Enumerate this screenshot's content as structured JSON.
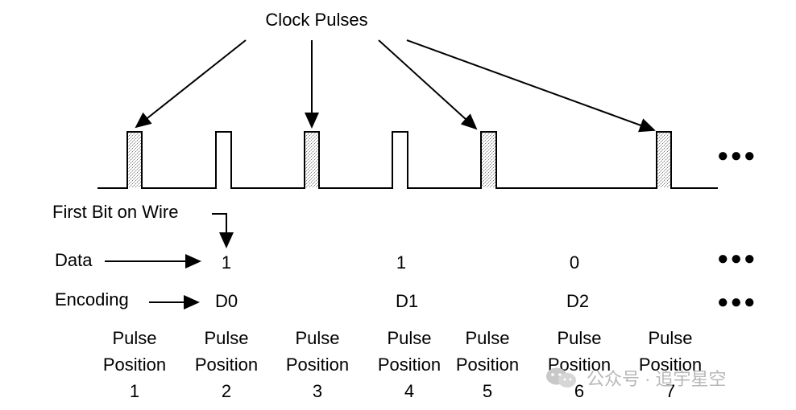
{
  "title": "Clock Pulses",
  "first_bit_label": "First Bit on Wire",
  "data_label": "Data",
  "encoding_label": "Encoding",
  "data_values": [
    "1",
    "1",
    "0"
  ],
  "encoding_values": [
    "D0",
    "D1",
    "D2"
  ],
  "ellipsis": "●●●",
  "pulse_positions": [
    {
      "line1": "Pulse",
      "line2": "Position",
      "num": "1"
    },
    {
      "line1": "Pulse",
      "line2": "Position",
      "num": "2"
    },
    {
      "line1": "Pulse",
      "line2": "Position",
      "num": "3"
    },
    {
      "line1": "Pulse",
      "line2": "Position",
      "num": "4"
    },
    {
      "line1": "Pulse",
      "line2": "Position",
      "num": "5"
    },
    {
      "line1": "Pulse",
      "line2": "Position",
      "num": "6"
    },
    {
      "line1": "Pulse",
      "line2": "Position",
      "num": "7"
    }
  ],
  "pulses": [
    {
      "type": "clock"
    },
    {
      "type": "data"
    },
    {
      "type": "clock"
    },
    {
      "type": "data"
    },
    {
      "type": "clock"
    },
    {
      "type": "clock"
    }
  ],
  "watermark": "公众号 · 追宇星空",
  "colors": {
    "line": "#000000",
    "hatch": "#9a9a9a",
    "watermark": "#b8b8b8"
  }
}
